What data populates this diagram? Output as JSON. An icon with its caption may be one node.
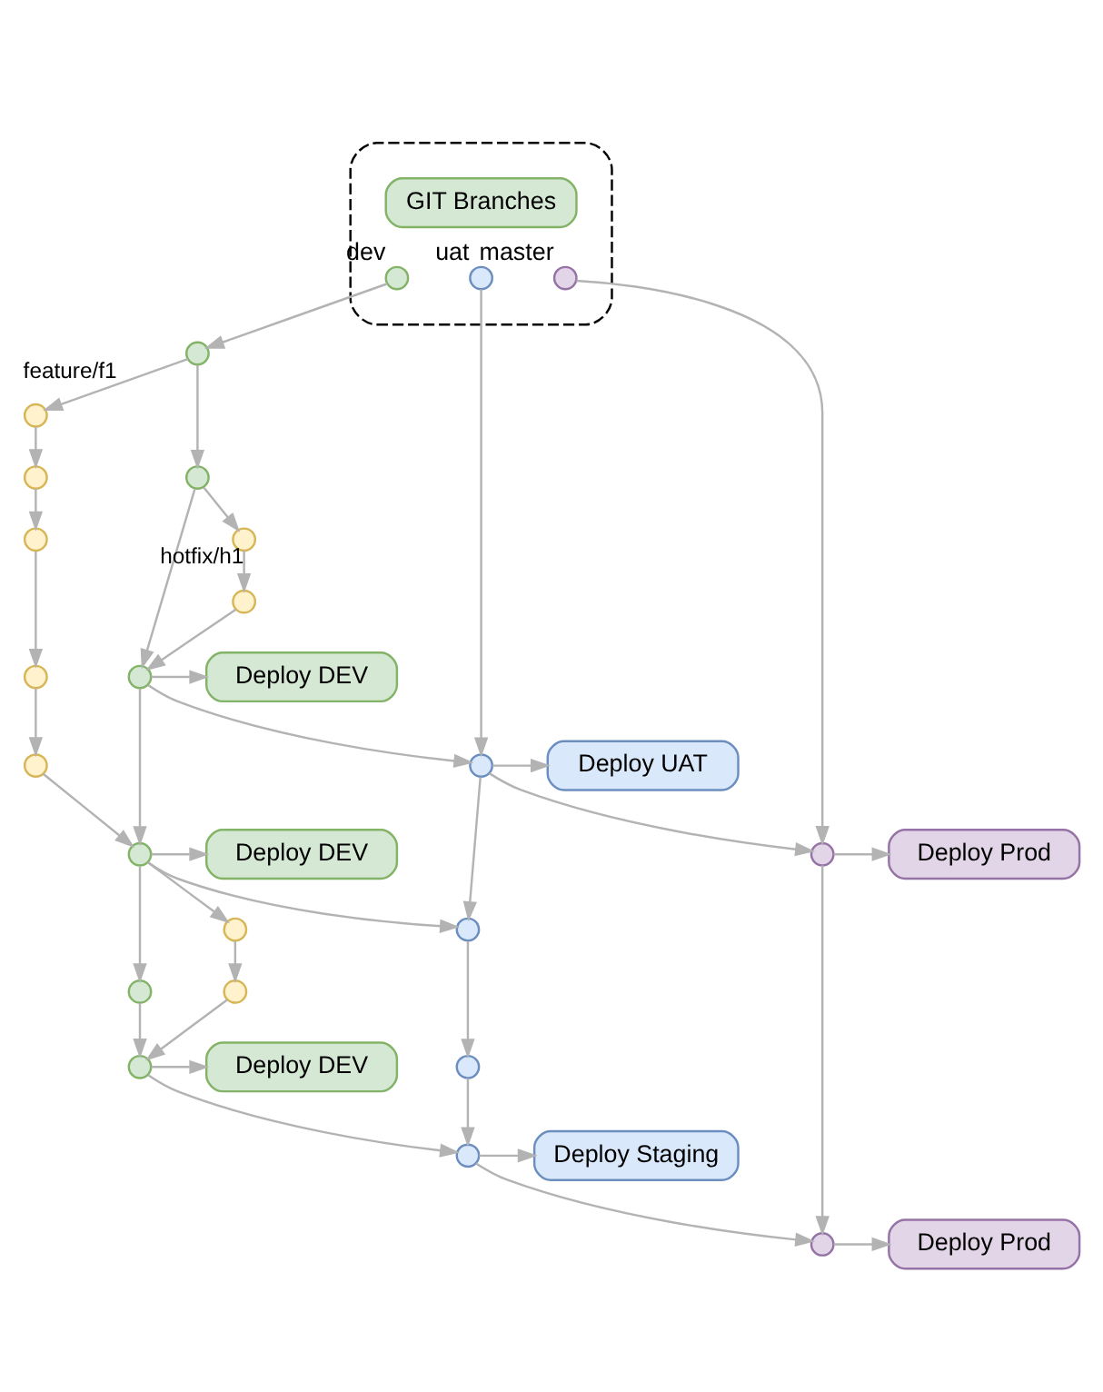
{
  "diagram": {
    "nodes": [
      {
        "text": [],
        "shape": "box"
      },
      {
        "text": [
          "GIT Branches"
        ],
        "in": 0
      },
      {
        "text": [],
        "shape": "circle",
        "in": 0,
        "beside": [
          "dev"
        ]
      },
      {
        "text": [],
        "shape": "circle",
        "in": 0,
        "beside": [
          "uat"
        ]
      },
      {
        "text": [],
        "shape": "circle",
        "in": 0,
        "beside": [
          "master"
        ]
      },
      {
        "text": [],
        "shape": "circle"
      },
      {
        "text": [],
        "shape": "circle"
      },
      {
        "text": [],
        "shape": "circle"
      },
      {
        "text": [],
        "shape": "circle"
      },
      {
        "text": [],
        "shape": "circle"
      },
      {
        "text": [],
        "shape": "circle"
      },
      {
        "text": [],
        "shape": "circle"
      },
      {
        "text": [],
        "shape": "circle"
      },
      {
        "text": [
          "Deploy DEV"
        ]
      },
      {
        "text": [],
        "shape": "circle"
      },
      {
        "text": [],
        "shape": "circle"
      },
      {
        "text": [],
        "shape": "circle"
      },
      {
        "text": [
          "Deploy UAT"
        ]
      },
      {
        "text": [],
        "shape": "circle"
      },
      {
        "text": [
          "Deploy DEV"
        ]
      },
      {
        "text": [],
        "shape": "circle"
      },
      {
        "text": [
          "Deploy Prod"
        ]
      },
      {
        "text": [],
        "shape": "circle"
      },
      {
        "text": [],
        "shape": "circle"
      },
      {
        "text": [],
        "shape": "circle"
      },
      {
        "text": [],
        "shape": "circle"
      },
      {
        "text": [],
        "shape": "circle"
      },
      {
        "text": [],
        "shape": "circle"
      },
      {
        "text": [
          "Deploy DEV"
        ]
      },
      {
        "text": [],
        "shape": "circle"
      },
      {
        "text": [
          "Deploy Staging"
        ]
      },
      {
        "text": [],
        "shape": "circle"
      },
      {
        "text": [
          "Deploy Prod"
        ]
      }
    ],
    "edges": [
      {
        "from": 2,
        "to": 5,
        "arrow": "to"
      },
      {
        "from": 5,
        "to": 6,
        "arrow": "to",
        "label": "feature/f1"
      },
      {
        "from": 6,
        "to": 7,
        "arrow": "to"
      },
      {
        "from": 7,
        "to": 10,
        "arrow": "to"
      },
      {
        "from": 10,
        "to": 14,
        "arrow": "to"
      },
      {
        "from": 14,
        "to": 15,
        "arrow": "to"
      },
      {
        "from": 5,
        "to": 8,
        "arrow": "to"
      },
      {
        "from": 8,
        "to": 9,
        "arrow": "to"
      },
      {
        "from": 9,
        "to": 11,
        "arrow": "to",
        "label": "hotfix/h1"
      },
      {
        "from": 11,
        "to": 12,
        "arrow": "to"
      },
      {
        "from": 8,
        "to": 12,
        "arrow": "to"
      },
      {
        "from": 12,
        "to": 13,
        "arrow": "to"
      },
      {
        "from": 12,
        "to": 16,
        "arrow": "to"
      },
      {
        "from": 3,
        "to": 16,
        "arrow": "to"
      },
      {
        "from": 16,
        "to": 17,
        "arrow": "to"
      },
      {
        "from": 15,
        "to": 18,
        "arrow": "to"
      },
      {
        "from": 12,
        "to": 18,
        "arrow": "to"
      },
      {
        "from": 18,
        "to": 19,
        "arrow": "to"
      },
      {
        "from": 16,
        "to": 20,
        "arrow": "to"
      },
      {
        "from": 4,
        "to": 20,
        "arrow": "to"
      },
      {
        "from": 20,
        "to": 21,
        "arrow": "to"
      },
      {
        "from": 18,
        "to": 22,
        "arrow": "to"
      },
      {
        "from": 18,
        "to": 23,
        "arrow": "to"
      },
      {
        "from": 16,
        "to": 23,
        "arrow": "to"
      },
      {
        "from": 18,
        "to": 24,
        "arrow": "to"
      },
      {
        "from": 22,
        "to": 25,
        "arrow": "to"
      },
      {
        "from": 23,
        "to": 26,
        "arrow": "to"
      },
      {
        "from": 24,
        "to": 27,
        "arrow": "to"
      },
      {
        "from": 25,
        "to": 27,
        "arrow": "to"
      },
      {
        "from": 27,
        "to": 28,
        "arrow": "to"
      },
      {
        "from": 26,
        "to": 29,
        "arrow": "to"
      },
      {
        "from": 27,
        "to": 29,
        "arrow": "to"
      },
      {
        "from": 29,
        "to": 30,
        "arrow": "to"
      },
      {
        "from": 29,
        "to": 31,
        "arrow": "to"
      },
      {
        "from": 20,
        "to": 31,
        "arrow": "to"
      },
      {
        "from": 31,
        "to": 32,
        "arrow": "to"
      }
    ]
  }
}
